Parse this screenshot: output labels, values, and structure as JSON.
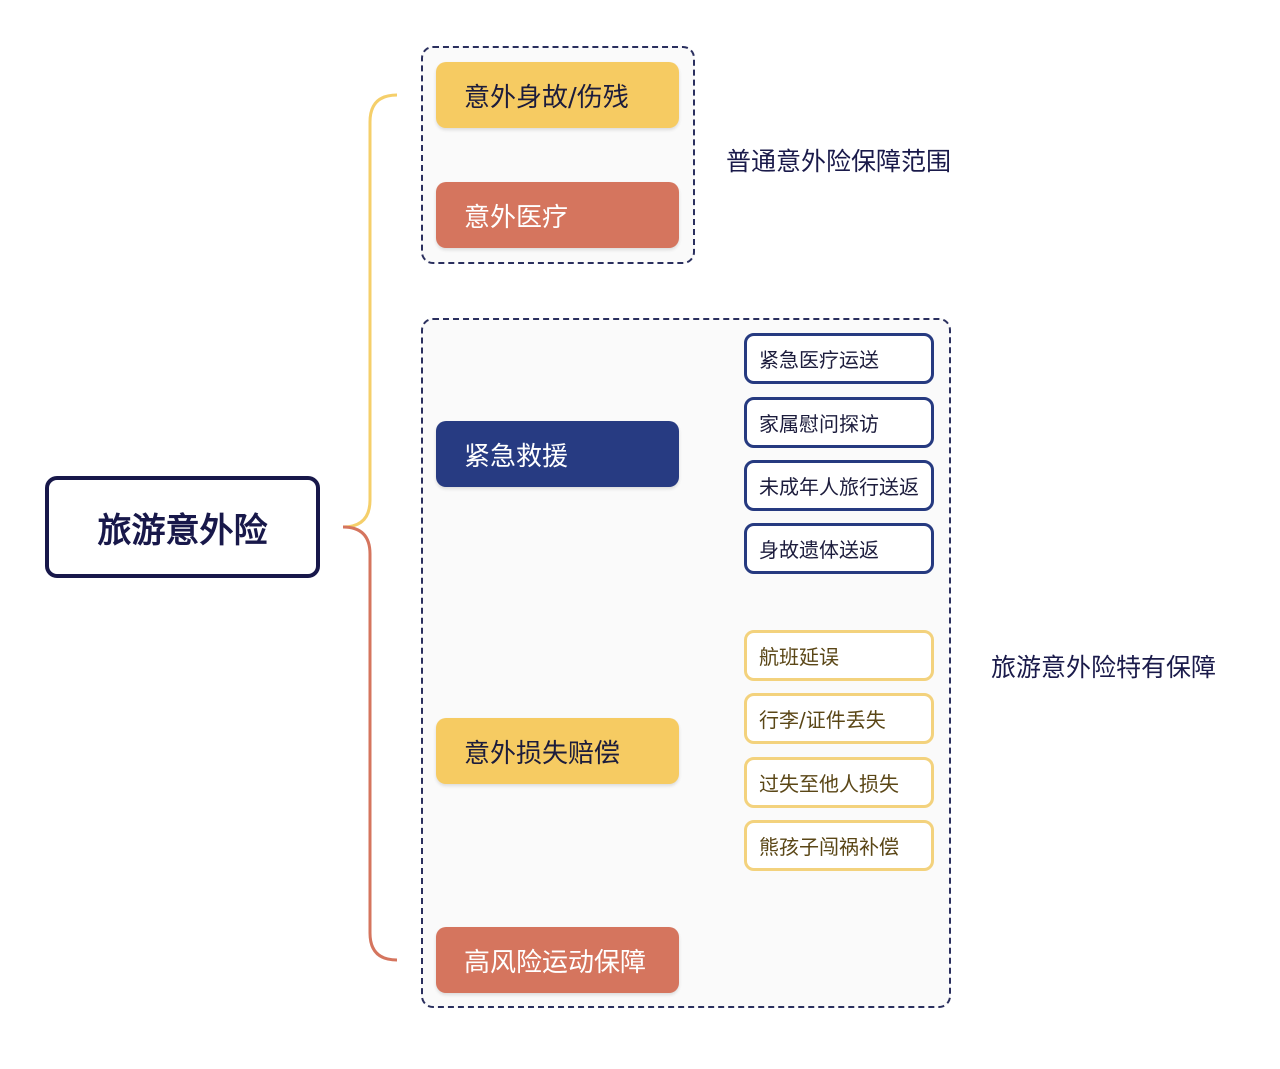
{
  "root": {
    "label": "旅游意外险"
  },
  "groups": {
    "general": {
      "caption": "普通意外险保障范围",
      "items": [
        {
          "label": "意外身故/伤残",
          "color": "#f6cb62"
        },
        {
          "label": "意外医疗",
          "color": "#d5755e"
        }
      ]
    },
    "travel": {
      "caption": "旅游意外险特有保障",
      "emergency": {
        "label": "紧急救援",
        "color": "#273b82",
        "children": [
          "紧急医疗运送",
          "家属慰问探访",
          "未成年人旅行送返",
          "身故遗体送返"
        ]
      },
      "loss": {
        "label": "意外损失赔偿",
        "color": "#f6cb62",
        "children": [
          "航班延误",
          "行李/证件丢失",
          "过失至他人损失",
          "熊孩子闯祸补偿"
        ]
      },
      "sports": {
        "label": "高风险运动保障",
        "color": "#d5755e"
      }
    }
  },
  "colors": {
    "navy": "#273b82",
    "yellow": "#f6cb62",
    "coral": "#d5755e",
    "dark_text": "#18184a"
  }
}
